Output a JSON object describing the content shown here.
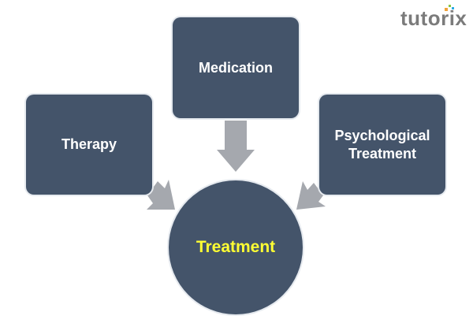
{
  "logo": {
    "text": "tutorix"
  },
  "nodes": {
    "therapy": "Therapy",
    "medication": "Medication",
    "psychological": "Psychological Treatment",
    "center": "Treatment"
  },
  "colors": {
    "box": "#44546a",
    "arrow": "#a5a8ae",
    "center_text": "#ffff33",
    "text": "#ffffff"
  }
}
